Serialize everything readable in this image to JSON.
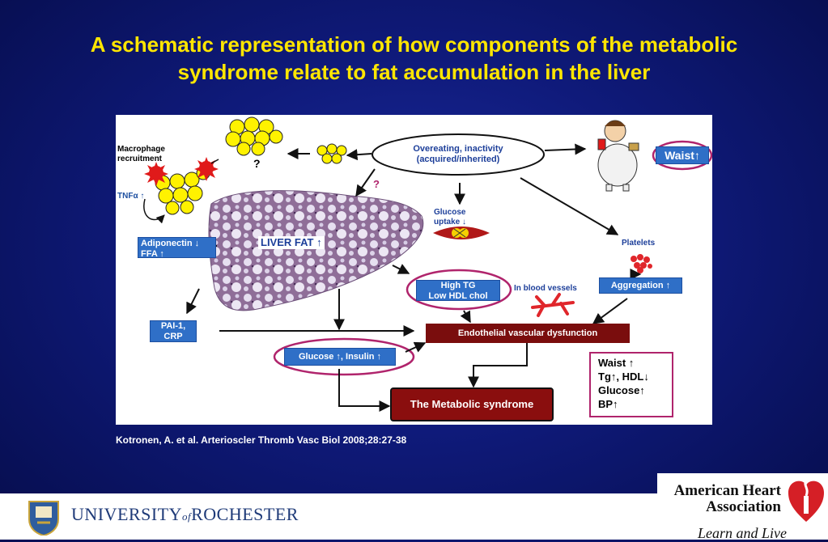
{
  "title": {
    "line1": "A schematic representation of how components of the metabolic",
    "line2": "syndrome relate to fat accumulation in the liver"
  },
  "diagram": {
    "macrophage": "Macrophage recruitment",
    "macrophage_l1": "Macrophage",
    "macrophage_l2": "recruitment",
    "question1": "?",
    "question2": "?",
    "tnf": "TNFα ↑",
    "adiponectin_l1": "Adiponectin ↓",
    "adiponectin_l2": "FFA ↑",
    "liver_fat": "LIVER FAT ↑",
    "overeating_l1": "Overeating, inactivity",
    "overeating_l2": "(acquired/inherited)",
    "glucose_uptake_l1": "Glucose",
    "glucose_uptake_l2": "uptake ↓",
    "waist": "Waist↑",
    "platelets": "Platelets",
    "aggregation": "Aggregation ↑",
    "high_tg_l1": "High TG",
    "high_tg_l2": "Low HDL chol",
    "blood_vessels": "In blood vessels",
    "pai_l1": "PAI-1,",
    "pai_l2": "CRP",
    "endothelial": "Endothelial vascular dysfunction",
    "glucose_insulin": "Glucose ↑, Insulin ↑",
    "metabolic_syndrome": "The Metabolic syndrome",
    "criteria": [
      "Waist ↑",
      "Tg↑, HDL↓",
      "Glucose↑",
      "BP↑"
    ]
  },
  "citation": "Kotronen, A. et al. Arterioscler Thromb Vasc Biol 2008;28:27-38",
  "footer": {
    "university_pre": "UNIVERSITY",
    "university_of": "of",
    "university_post": "ROCHESTER",
    "aha_line1": "American Heart",
    "aha_line2": "Association",
    "aha_tagline": "Learn and Live"
  },
  "colors": {
    "title": "#ffe600",
    "box_blue": "#2f6fc7",
    "highlight_ellipse": "#b0246c",
    "dark_red": "#7a0d0d",
    "fat_yellow": "#fff200"
  }
}
